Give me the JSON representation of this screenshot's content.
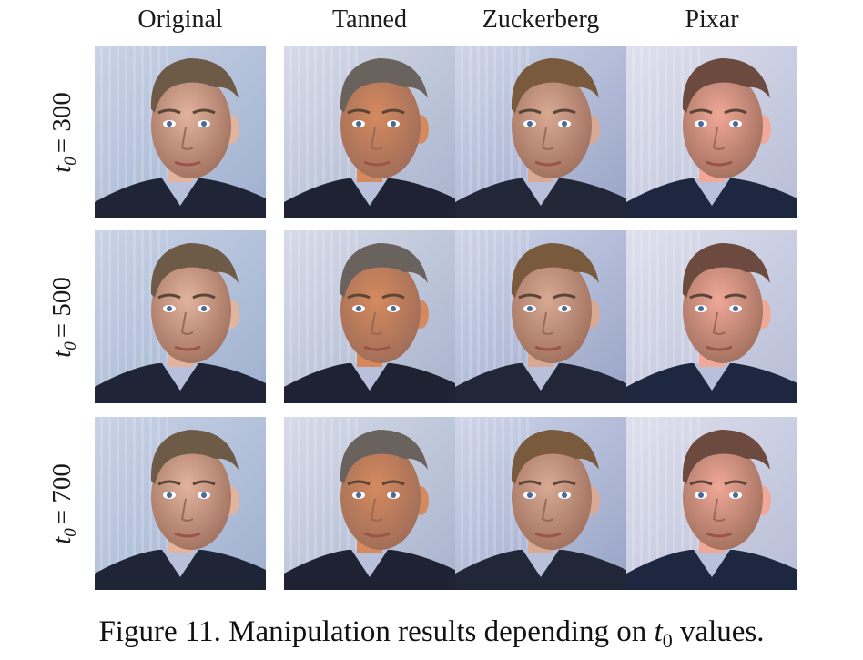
{
  "columns": [
    "Original",
    "Tanned",
    "Zuckerberg",
    "Pixar"
  ],
  "rows": [
    {
      "t": "t",
      "sub": "0",
      "eq": "= 300"
    },
    {
      "t": "t",
      "sub": "0",
      "eq": "= 500"
    },
    {
      "t": "t",
      "sub": "0",
      "eq": "= 700"
    }
  ],
  "caption": {
    "prefix": "Figure 11. Manipulation results depending on ",
    "math": "t",
    "sub": "0",
    "suffix": " values."
  },
  "styles": {
    "Original": {
      "bg1": "#c9d3e6",
      "bg2": "#9fb0cf",
      "skin": "#e2b49e",
      "hair": "#6e5b47",
      "suit": "#1f2537"
    },
    "Tanned": {
      "bg1": "#d6dbe9",
      "bg2": "#a8b3cc",
      "skin": "#d58a5e",
      "hair": "#6a635d",
      "suit": "#1e2232"
    },
    "Zuckerberg": {
      "bg1": "#cfd5ea",
      "bg2": "#98a4c7",
      "skin": "#d8aa94",
      "hair": "#7a5a3c",
      "suit": "#222737"
    },
    "Pixar": {
      "bg1": "#dfe0ee",
      "bg2": "#b7bdd6",
      "skin": "#f0a898",
      "hair": "#6d4a40",
      "suit": "#1e2740"
    }
  }
}
